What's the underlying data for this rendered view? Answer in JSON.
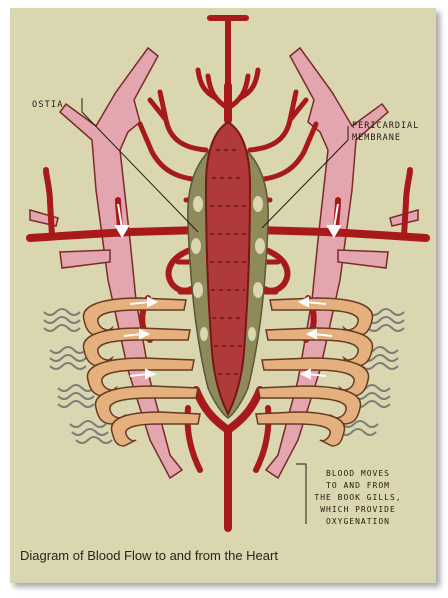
{
  "labels": {
    "ostia": "OSTIA",
    "pericardial_line1": "PERICARDIAL",
    "pericardial_line2": "MEMBRANE",
    "book_gills_lines": [
      "BLOOD MOVES",
      "TO AND FROM",
      "THE BOOK GILLS,",
      "WHICH PROVIDE",
      "OXYGENATION"
    ]
  },
  "caption": "Diagram of Blood Flow to and from the Heart",
  "colors": {
    "background": "#d9d6b0",
    "artery": "#a81a1a",
    "heart": "#b03a3a",
    "pericardium": "#8f8a5a",
    "vein": "#e3a5ae",
    "gill_lamellae": "#e3b07e",
    "gill_outline": "#6a3a20",
    "book_gill_gray": "#8a8a88"
  },
  "icons": [
    "flow-arrow-icon"
  ]
}
